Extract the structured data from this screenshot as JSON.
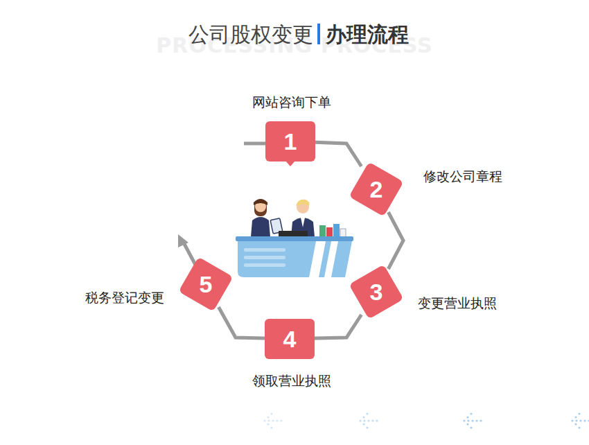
{
  "diagram": {
    "title": "公司股权变更",
    "nodes": [
      {
        "text": [
          "1",
          "网站咨询下单"
        ]
      },
      {
        "text": [
          "2",
          "修改公司章程"
        ]
      },
      {
        "text": [
          "3",
          "变更营业执照"
        ]
      },
      {
        "text": [
          "4",
          "领取营业执照"
        ]
      },
      {
        "text": [
          "5",
          "税务登记变更"
        ]
      }
    ],
    "edges": [
      {
        "from": 0,
        "to": 1,
        "arrow": "none"
      },
      {
        "from": 1,
        "to": 2,
        "arrow": "none"
      },
      {
        "from": 2,
        "to": 3,
        "arrow": "none"
      },
      {
        "from": 3,
        "to": 4,
        "arrow": "none"
      }
    ],
    "labels": [
      "办理流程",
      "PROCESSING PROCESS"
    ]
  }
}
